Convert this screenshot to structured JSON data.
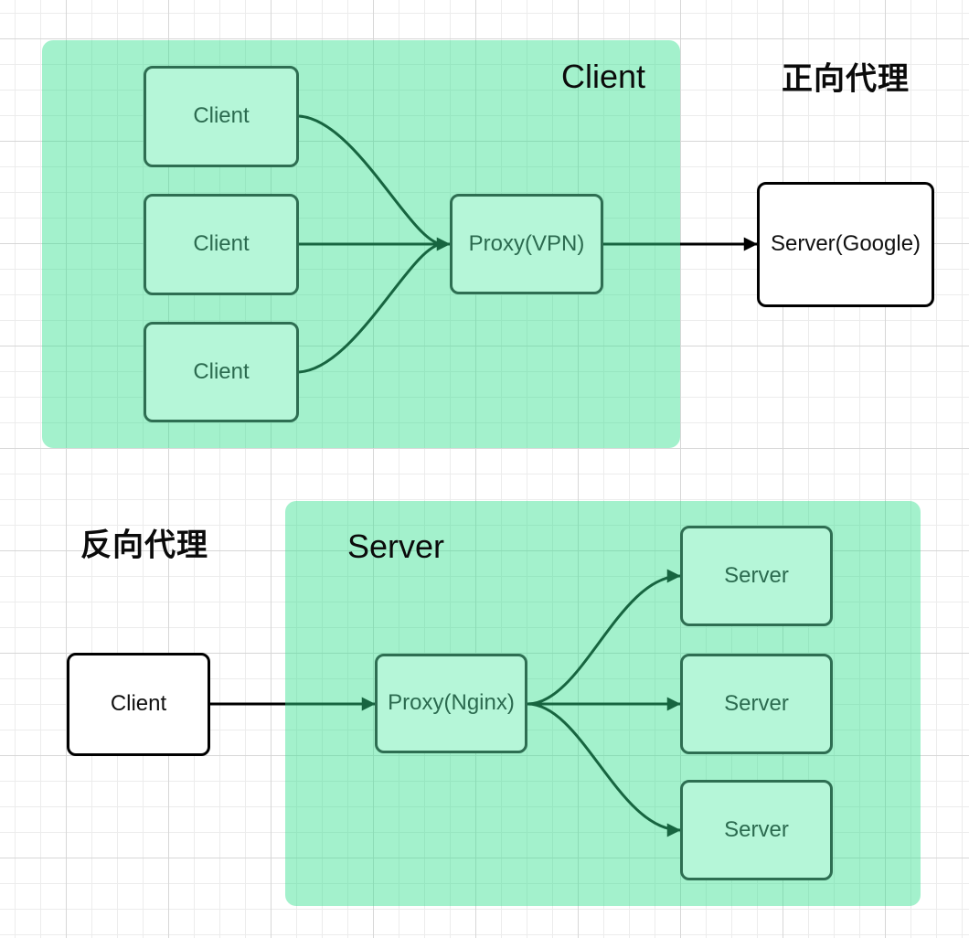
{
  "titles": {
    "forward_proxy": "正向代理",
    "reverse_proxy": "反向代理"
  },
  "containers": {
    "client_group_label": "Client",
    "server_group_label": "Server"
  },
  "nodes": {
    "fwd_client_1": "Client",
    "fwd_client_2": "Client",
    "fwd_client_3": "Client",
    "fwd_proxy": "Proxy(VPN)",
    "fwd_server": "Server(Google)",
    "rev_client": "Client",
    "rev_proxy": "Proxy(Nginx)",
    "rev_server_1": "Server",
    "rev_server_2": "Server",
    "rev_server_3": "Server"
  },
  "colors": {
    "container_fill": "rgba(52,225,143,0.45)",
    "node_fill": "#b5f6d8",
    "node_border": "#2e6e52",
    "node_text": "#2b6a4f",
    "plain_fill": "#ffffff",
    "plain_border": "#000000",
    "arrow": "#000000",
    "grid_minor": "#ececec",
    "grid_major": "#d7d7d7"
  }
}
